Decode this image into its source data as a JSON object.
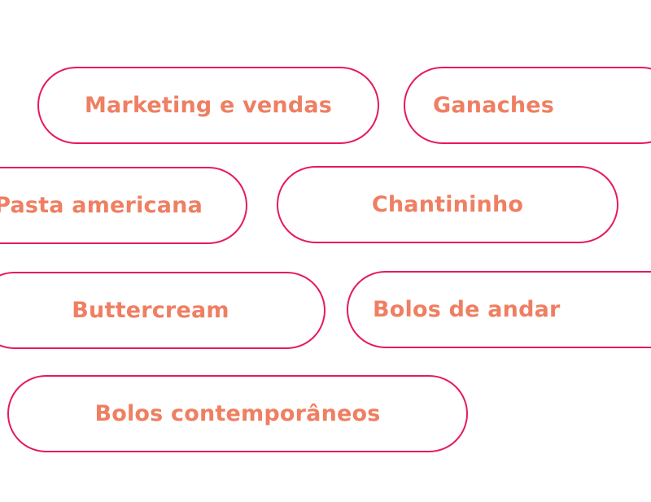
{
  "colors": {
    "border": "#e6195e",
    "text": "#ef7f62",
    "background": "#ffffff"
  },
  "tags": [
    {
      "label": "Marketing e vendas"
    },
    {
      "label": "Ganaches"
    },
    {
      "label": "Pasta americana"
    },
    {
      "label": "Chantininho"
    },
    {
      "label": "Buttercream"
    },
    {
      "label": "Bolos de andar"
    },
    {
      "label": "Bolos contemporâneos"
    }
  ]
}
